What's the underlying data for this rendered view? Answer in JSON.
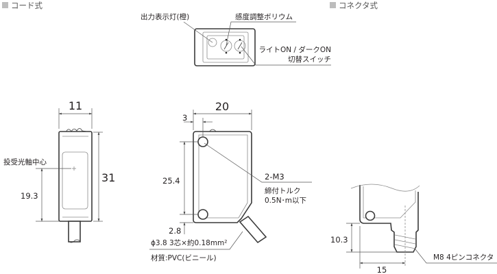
{
  "sections": {
    "cord_type": "コード式",
    "connector_type": "コネクタ式"
  },
  "top_view": {
    "indicator_label": "出力表示灯(橙)",
    "sensitivity_label": "感度調整ボリウム",
    "switch_label_line1": "ライトON / ダークON",
    "switch_label_line2": "切替スイッチ"
  },
  "side_view": {
    "width_dim": "11",
    "height_dim": "31",
    "axis_label": "投受光軸中心",
    "axis_height_dim": "19.3"
  },
  "front_view": {
    "width_dim": "20",
    "hole_offset_dim": "3",
    "hole_pitch_dim": "25.4",
    "bottom_offset_dim": "2.8",
    "screw_label": "2-M3",
    "torque_label": "締付トルク",
    "torque_value": "0.5N･m以下",
    "cable_spec": "ϕ3.8 3芯×約0.18mm²",
    "cable_material": "材質:PVC(ビニール)"
  },
  "connector_view": {
    "height_dim": "10.3",
    "width_dim": "15",
    "connector_label": "M8 4ピンコネクタ"
  },
  "colors": {
    "line": "#3a3a3a",
    "header_square": "#bdbdbd"
  }
}
